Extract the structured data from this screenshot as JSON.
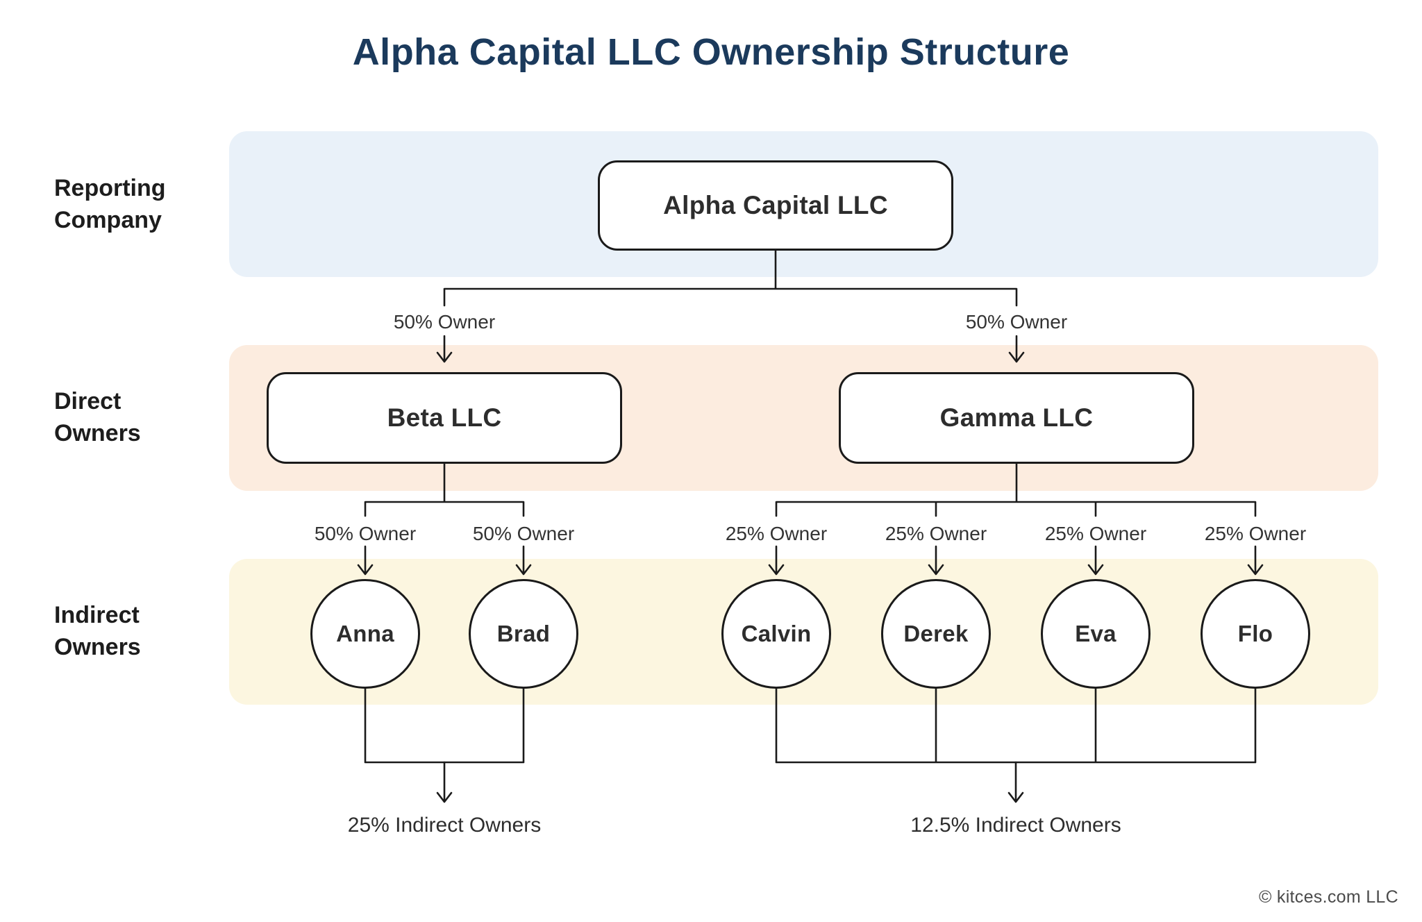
{
  "title": "Alpha Capital LLC Ownership Structure",
  "colors": {
    "title_color": "#1b3a5c",
    "band_reporting": "#e9f1f9",
    "band_direct": "#fcecdf",
    "band_indirect": "#fcf6e0",
    "line": "#1a1a1a",
    "entity_text": "#2d2d2d",
    "label_text": "#333333",
    "row_label_text": "#1d1d1d",
    "copyright_text": "#4a4a4a"
  },
  "row_bands": [
    {
      "label_line1": "Reporting",
      "label_line2": "Company"
    },
    {
      "label_line1": "Direct",
      "label_line2": "Owners"
    },
    {
      "label_line1": "Indirect",
      "label_line2": "Owners"
    }
  ],
  "reporting_company": {
    "name": "Alpha Capital LLC"
  },
  "direct_owners": [
    {
      "name": "Beta LLC",
      "ownership": "50% Owner"
    },
    {
      "name": "Gamma LLC",
      "ownership": "50% Owner"
    }
  ],
  "indirect_owners": [
    {
      "name": "Anna",
      "ownership": "50% Owner"
    },
    {
      "name": "Brad",
      "ownership": "50% Owner"
    },
    {
      "name": "Calvin",
      "ownership": "25% Owner"
    },
    {
      "name": "Derek",
      "ownership": "25% Owner"
    },
    {
      "name": "Eva",
      "ownership": "25% Owner"
    },
    {
      "name": "Flo",
      "ownership": "25% Owner"
    }
  ],
  "summary_labels": [
    {
      "text": "25% Indirect Owners"
    },
    {
      "text": "12.5% Indirect Owners"
    }
  ],
  "footer": {
    "copyright": "© kitces.com LLC"
  }
}
